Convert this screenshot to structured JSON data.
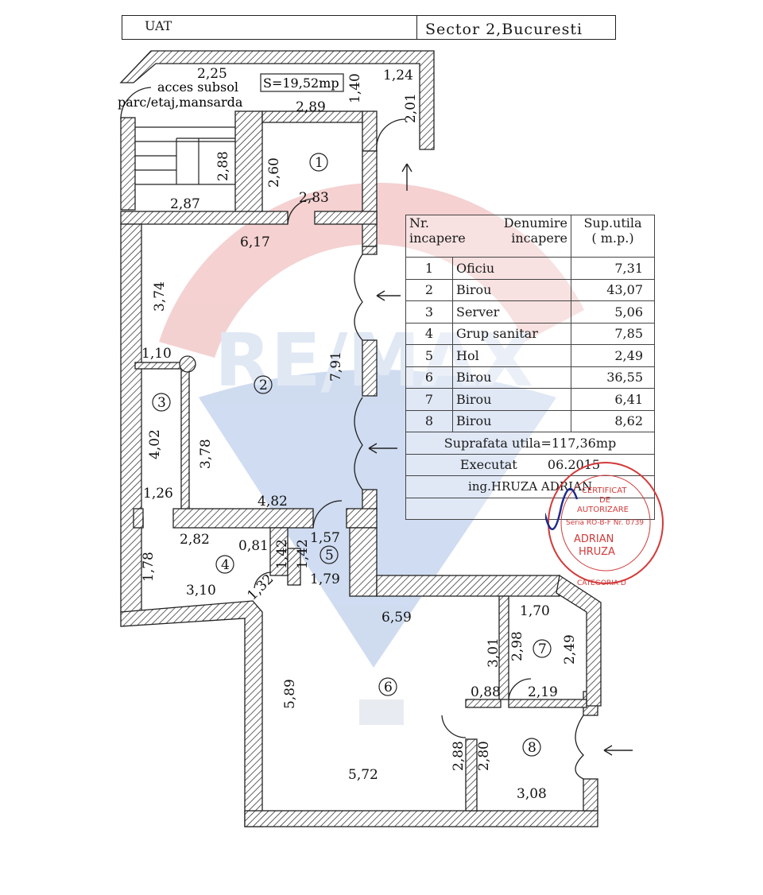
{
  "header": {
    "uat_label": "UAT",
    "location": "Sector 2,Bucuresti"
  },
  "annotations": {
    "acces_line1": "acces subsol",
    "acces_line2": "parc/etaj,mansarda",
    "area_box": "S=19,52mp"
  },
  "dimensions": {
    "d225": "2,25",
    "d140": "1,40",
    "d124": "1,24",
    "d289": "2,89",
    "d201": "2,01",
    "d288": "2,88",
    "d260": "2,60",
    "d287": "2,87",
    "d283": "2,83",
    "d617": "6,17",
    "d374": "3,74",
    "d791": "7,91",
    "d110": "1,10",
    "d402": "4,02",
    "d378": "3,78",
    "d126": "1,26",
    "d482": "4,82",
    "d282": "2,82",
    "d081": "0,81",
    "d142a": "1,42",
    "d142b": "1,42",
    "d157": "1,57",
    "d178": "1,78",
    "d310": "3,10",
    "d132": "1,32",
    "d179": "1,79",
    "d659": "6,59",
    "d170": "1,70",
    "d301": "3,01",
    "d298": "2,98",
    "d249": "2,49",
    "d589": "5,89",
    "d088": "0,88",
    "d219": "2,19",
    "d288b": "2,88",
    "d280": "2,80",
    "d572": "5,72",
    "d308": "3,08"
  },
  "room_numbers": {
    "r1": "1",
    "r2": "2",
    "r3": "3",
    "r4": "4",
    "r5": "5",
    "r6": "6",
    "r7": "7",
    "r8": "8"
  },
  "room_table": {
    "header": {
      "nr_1": "Nr.",
      "nr_2": "incapere",
      "den_1": "Denumire",
      "den_2": "incapere",
      "sup_1": "Sup.utila",
      "sup_2": "( m.p.)"
    },
    "rows": [
      {
        "nr": "1",
        "name": "Oficiu",
        "area": "7,31"
      },
      {
        "nr": "2",
        "name": "Birou",
        "area": "43,07"
      },
      {
        "nr": "3",
        "name": "Server",
        "area": "5,06"
      },
      {
        "nr": "4",
        "name": "Grup sanitar",
        "area": "7,85"
      },
      {
        "nr": "5",
        "name": "Hol",
        "area": "2,49"
      },
      {
        "nr": "6",
        "name": "Birou",
        "area": "36,55"
      },
      {
        "nr": "7",
        "name": "Birou",
        "area": "6,41"
      },
      {
        "nr": "8",
        "name": "Birou",
        "area": "8,62"
      }
    ],
    "total": "Suprafata utila=117,36mp",
    "executat_label": "Executat",
    "executat_date": "06.2015",
    "engineer": "ing.HRUZA ADRIAN"
  },
  "stamp": {
    "line1": "CERTIFICAT",
    "line2": "DE",
    "line3": "AUTORIZARE",
    "line4": "Seria RO-B-F Nr. 0739",
    "name1": "ADRIAN",
    "name2": "HRUZA",
    "category": "CATEGORIA D"
  },
  "watermark": {
    "brand": "RE/MAX"
  },
  "colors": {
    "line": "#222222",
    "stamp": "#d23a3a",
    "watermark_red": "#f3c9c9",
    "watermark_blue": "#c7d6ee",
    "signature": "#1f2a8c"
  }
}
